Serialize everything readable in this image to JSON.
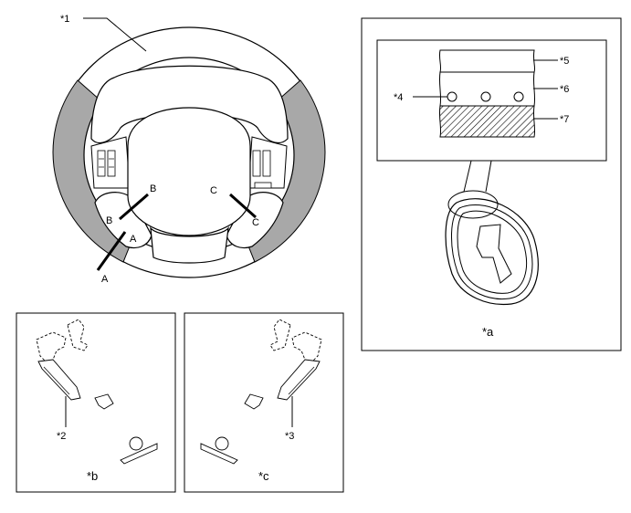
{
  "callouts": {
    "c1": "*1",
    "c2": "*2",
    "c3": "*3",
    "c4": "*4",
    "c5": "*5",
    "c6": "*6",
    "c7": "*7"
  },
  "panels": {
    "a": "*a",
    "b": "*b",
    "c": "*c"
  },
  "sections": {
    "a_top": "A",
    "a_bottom": "A",
    "b_top": "B",
    "b_left": "B",
    "c_top": "C",
    "c_right": "C"
  },
  "colors": {
    "line": "#000000",
    "grip_fill": "#a8a8a8",
    "background": "#ffffff"
  }
}
